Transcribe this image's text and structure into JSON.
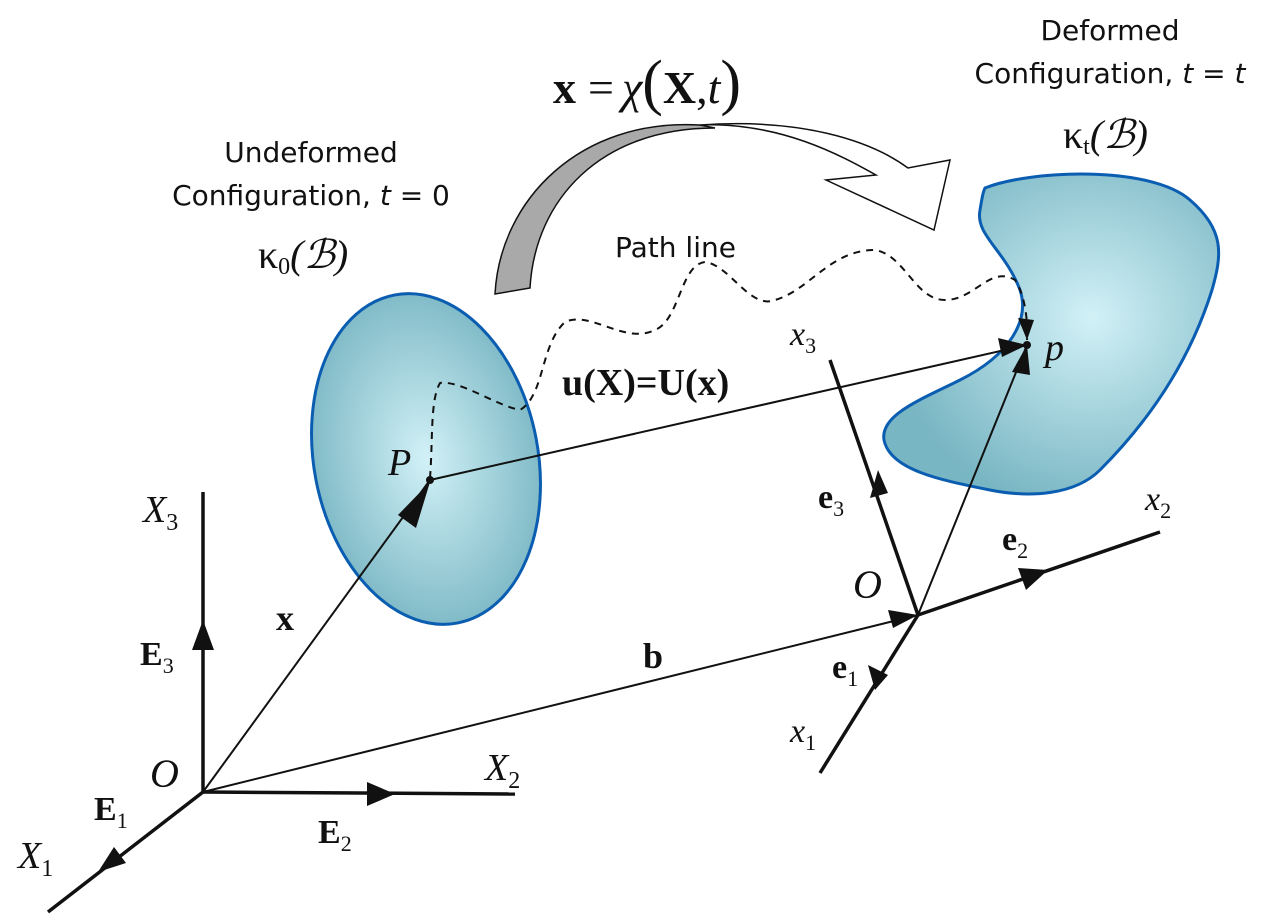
{
  "colors": {
    "body_fill": "#9fd3df",
    "body_edge": "#0a5db0",
    "map_arrow_gray": "#a9a9a9"
  },
  "equation": {
    "lhs": "x",
    "eq": "=",
    "chi": "χ",
    "lp": "(",
    "X": "X",
    "comma": ",",
    "t": "t",
    "rp": ")"
  },
  "undeformed": {
    "line1": "Undeformed",
    "line2": "Configuration, ",
    "t": "t",
    "eq": " = 0",
    "kappa": "κ",
    "sub": "0",
    "B": "(ℬ)"
  },
  "deformed": {
    "line1": "Deformed",
    "line2": "Configuration, ",
    "t": "t",
    "eq": " = ",
    "t2": "t",
    "kappa": "κ",
    "sub": "t",
    "B": "(ℬ)"
  },
  "path_line": "Path line",
  "displacement": "u(X)=U(x)",
  "points": {
    "P": "P",
    "p": "p"
  },
  "ref_frame": {
    "origin": "O",
    "X1": "X",
    "X1_sub": "1",
    "X2": "X",
    "X2_sub": "2",
    "X3": "X",
    "X3_sub": "3",
    "E1": "E",
    "E1_sub": "1",
    "E2": "E",
    "E2_sub": "2",
    "E3": "E",
    "E3_sub": "3",
    "x_vec": "x"
  },
  "spatial_frame": {
    "origin": "O",
    "x1": "x",
    "x1_sub": "1",
    "x2": "x",
    "x2_sub": "2",
    "x3": "x",
    "x3_sub": "3",
    "e1": "e",
    "e1_sub": "1",
    "e2": "e",
    "e2_sub": "2",
    "e3": "e",
    "e3_sub": "3"
  },
  "b_vec": "b"
}
